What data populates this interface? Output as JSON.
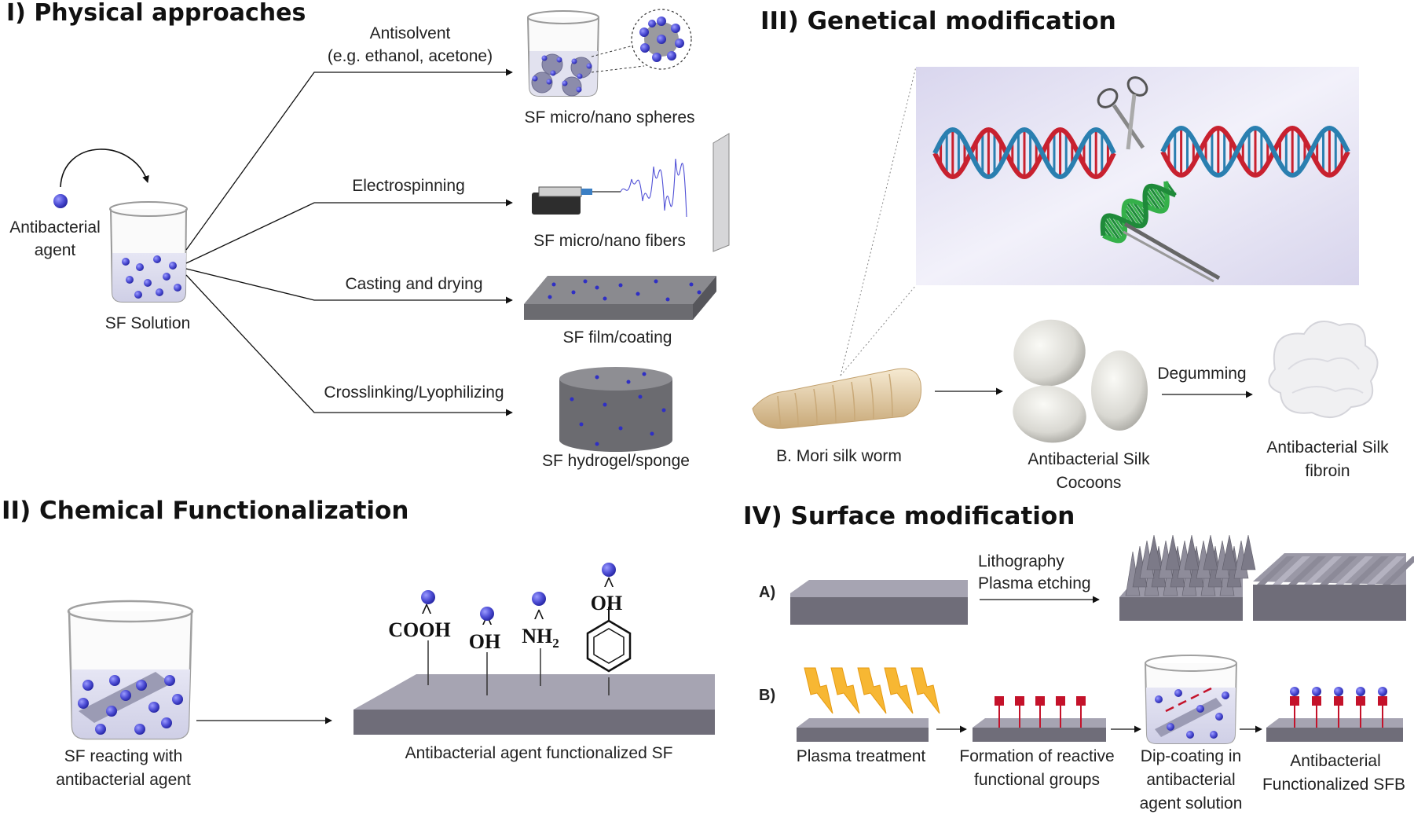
{
  "colors": {
    "particle": "#4f4fd6",
    "particle_dark": "#2a2aa8",
    "slab_top": "#a3a3ad",
    "slab_side": "#6b6b73",
    "dna_red": "#c8212f",
    "dna_blue": "#2a7fb0",
    "dna_green": "#35b04a",
    "panel_bg": "#e4e2f3",
    "bolt": "#f7b733",
    "pin": "#c4122a"
  },
  "section1": {
    "title": "I) Physical approaches",
    "agent_label_1": "Antibacterial",
    "agent_label_2": "agent",
    "solution_label": "SF Solution",
    "antisolvent_1": "Antisolvent",
    "antisolvent_2": "(e.g. ethanol, acetone)",
    "spheres_label": "SF micro/nano spheres",
    "electrospinning": "Electrospinning",
    "fibers_label": "SF micro/nano fibers",
    "casting": "Casting and drying",
    "film_label": "SF film/coating",
    "crosslinking": "Crosslinking/Lyophilizing",
    "hydrogel_label": "SF hydrogel/sponge"
  },
  "section2": {
    "title": "II) Chemical Functionalization",
    "reacting_1": "SF reacting with",
    "reacting_2": "antibacterial agent",
    "cooh": "COOH",
    "oh": "OH",
    "nh": "NH",
    "nh_sub": "2",
    "phenol_oh": "OH",
    "functionalized_label": "Antibacterial agent functionalized SF"
  },
  "section3": {
    "title": "III) Genetical modification",
    "worm_label": "B. Mori silk worm",
    "cocoons_1": "Antibacterial Silk",
    "cocoons_2": "Cocoons",
    "degumming": "Degumming",
    "fibroin_1": "Antibacterial Silk",
    "fibroin_2": "fibroin"
  },
  "section4": {
    "title": "IV) Surface modification",
    "row_a": "A)",
    "row_b": "B)",
    "lithography": "Lithography",
    "plasma_etching": "Plasma etching",
    "plasma_treatment": "Plasma treatment",
    "formation_1": "Formation of reactive",
    "formation_2": "functional groups",
    "dip_1": "Dip-coating in",
    "dip_2": "antibacterial",
    "dip_3": "agent solution",
    "final_1": "Antibacterial",
    "final_2": "Functionalized SFB"
  }
}
